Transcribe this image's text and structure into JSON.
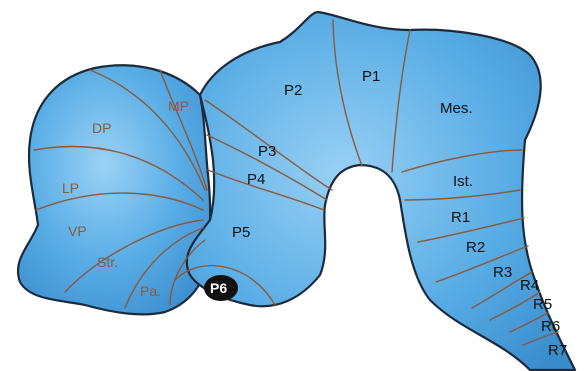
{
  "colors": {
    "fill": "#4da3e0",
    "fill_light": "#8ccaf2",
    "outline": "#1d2a3a",
    "divider": "#8a5a3c",
    "badge": "#111111"
  },
  "labels": {
    "dp": "DP",
    "mp": "MP",
    "lp": "LP",
    "vp": "VP",
    "str": "Str.",
    "pa": "Pa.",
    "p1": "P1",
    "p2": "P2",
    "p3": "P3",
    "p4": "P4",
    "p5": "P5",
    "p6": "P6",
    "mes": "Mes.",
    "ist": "Ist.",
    "r1": "R1",
    "r2": "R2",
    "r3": "R3",
    "r4": "R4",
    "r5": "R5",
    "r6": "R6",
    "r7": "R7"
  }
}
